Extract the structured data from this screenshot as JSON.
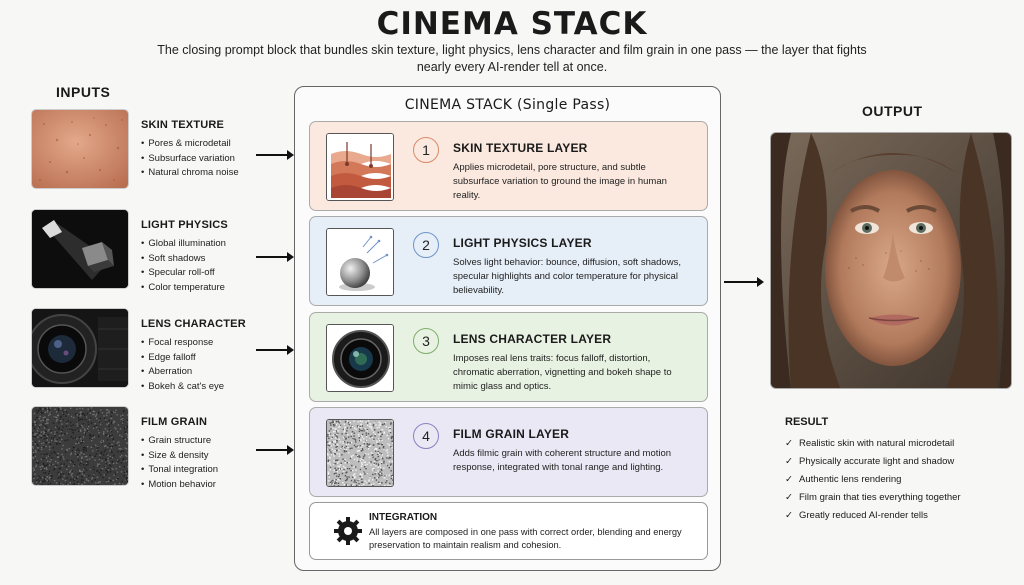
{
  "title": "CINEMA STACK",
  "subtitle": "The closing prompt block that bundles skin texture, light physics, lens character and film grain in one pass — the layer that fights nearly every AI-render tell at once.",
  "inputs": {
    "heading": "INPUTS",
    "items": [
      {
        "name": "SKIN TEXTURE",
        "bullets": [
          "Pores & microdetail",
          "Subsurface variation",
          "Natural chroma noise"
        ]
      },
      {
        "name": "LIGHT PHYSICS",
        "bullets": [
          "Global illumination",
          "Soft shadows",
          "Specular roll-off",
          "Color temperature"
        ]
      },
      {
        "name": "LENS CHARACTER",
        "bullets": [
          "Focal response",
          "Edge falloff",
          "Aberration",
          "Bokeh & cat's eye"
        ]
      },
      {
        "name": "FILM GRAIN",
        "bullets": [
          "Grain structure",
          "Size & density",
          "Tonal integration",
          "Motion behavior"
        ]
      }
    ]
  },
  "stack": {
    "title": "CINEMA STACK (Single Pass)",
    "layers": [
      {
        "number": "1",
        "title": "SKIN TEXTURE LAYER",
        "description": "Applies microdetail, pore structure, and subtle subsurface variation to ground the image in human reality.",
        "bg_color": "#fbe9df",
        "num_color": "#d98a6a",
        "icon": "skin-cross-section-icon"
      },
      {
        "number": "2",
        "title": "LIGHT PHYSICS LAYER",
        "description": "Solves light behavior: bounce, diffusion, soft shadows, specular highlights and color temperature for physical believability.",
        "bg_color": "#e6eef8",
        "num_color": "#6f93c9",
        "icon": "sphere-light-icon"
      },
      {
        "number": "3",
        "title": "LENS CHARACTER LAYER",
        "description": "Imposes real lens traits: focus falloff, distortion, chromatic aberration, vignetting and bokeh shape to mimic glass and optics.",
        "bg_color": "#e8f2e2",
        "num_color": "#7fae6e",
        "icon": "camera-lens-icon"
      },
      {
        "number": "4",
        "title": "FILM GRAIN LAYER",
        "description": "Adds filmic grain with coherent structure and motion response, integrated with tonal range and lighting.",
        "bg_color": "#ebe8f5",
        "num_color": "#8c80c0",
        "icon": "grain-noise-icon"
      }
    ],
    "integration": {
      "title": "INTEGRATION",
      "description": "All layers are composed in one pass with correct order, blending and energy preservation to maintain realism and cohesion."
    }
  },
  "output": {
    "heading": "OUTPUT",
    "result_title": "RESULT",
    "results": [
      "Realistic skin with natural microdetail",
      "Physically accurate light and shadow",
      "Authentic lens rendering",
      "Film grain that ties everything together",
      "Greatly reduced AI-render tells"
    ]
  }
}
